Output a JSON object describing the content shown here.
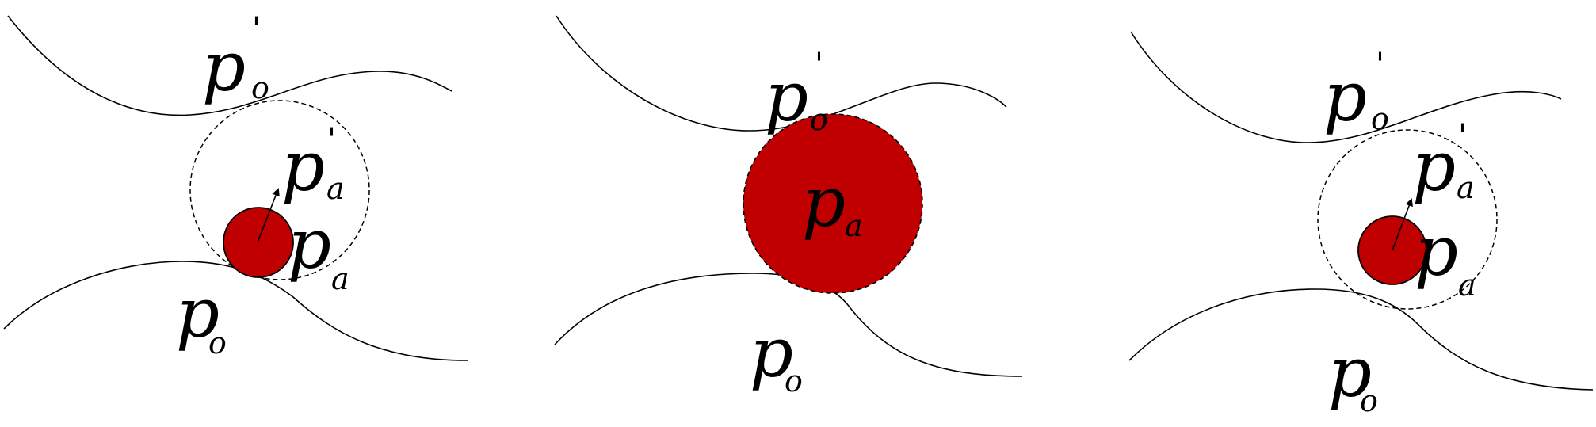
{
  "colors": {
    "agent_fill": "#c00000",
    "line": "#000000",
    "background": "#ffffff"
  },
  "panels": [
    {
      "obstacle_label": {
        "main": "p",
        "sub": "o"
      },
      "obstacle_prime_label": {
        "main": "p",
        "sub": "o",
        "prime": "'"
      },
      "agent_label": {
        "main": "p",
        "sub": "a"
      },
      "agent_prime_label": {
        "main": "p",
        "sub": "a",
        "prime": "'"
      }
    },
    {
      "obstacle_label": {
        "main": "p",
        "sub": "o"
      },
      "obstacle_prime_label": {
        "main": "p",
        "sub": "o",
        "prime": "'"
      },
      "agent_label": {
        "main": "p",
        "sub": "a"
      }
    },
    {
      "obstacle_label": {
        "main": "p",
        "sub": "o"
      },
      "obstacle_prime_label": {
        "main": "p",
        "sub": "o",
        "prime": "'"
      },
      "agent_label": {
        "main": "p",
        "sub": "a"
      },
      "agent_prime_label": {
        "main": "p",
        "sub": "a",
        "prime": "'"
      }
    }
  ]
}
